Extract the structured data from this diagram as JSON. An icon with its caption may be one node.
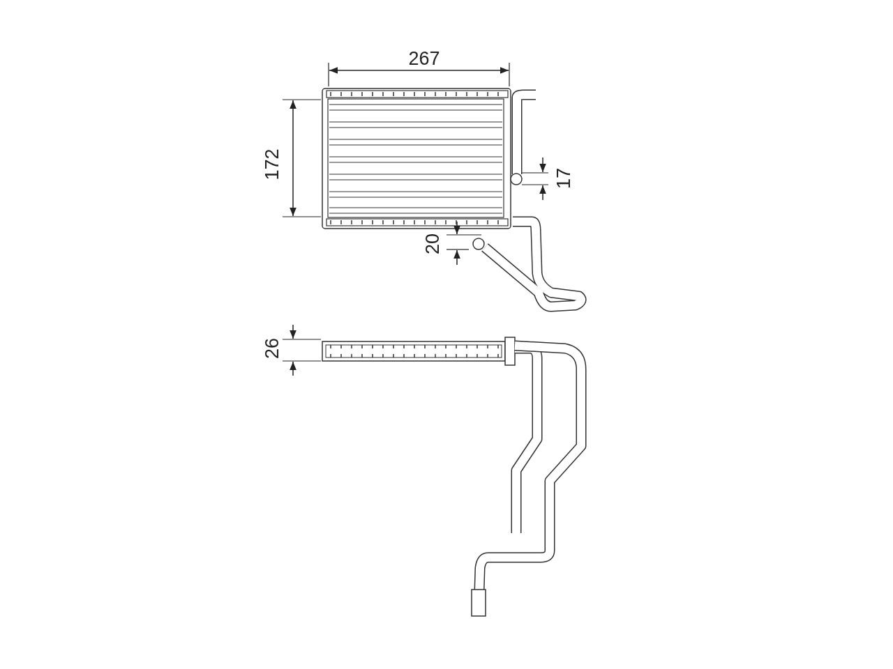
{
  "diagram": {
    "labels": [
      "267",
      "172",
      "17",
      "20",
      "26"
    ]
  }
}
